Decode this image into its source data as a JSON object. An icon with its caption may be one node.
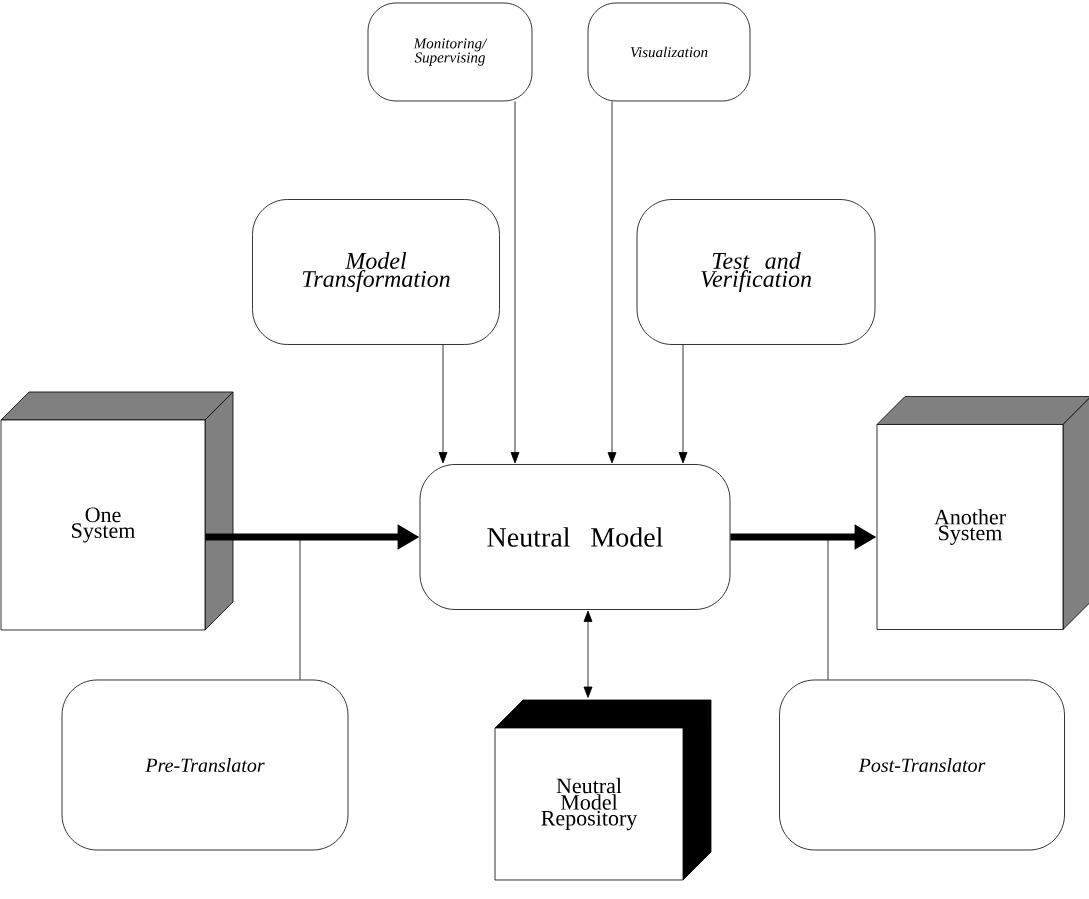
{
  "diagram": {
    "nodes": [
      {
        "text": [
          "Monitoring/ Supervising"
        ]
      },
      {
        "text": [
          "Visualization"
        ]
      },
      {
        "text": [
          "Model Transformation"
        ]
      },
      {
        "text": [
          "Test and Verification"
        ]
      },
      {
        "text": [
          "One System"
        ]
      },
      {
        "text": [
          "Neutral Model"
        ]
      },
      {
        "text": [
          "Another System"
        ]
      },
      {
        "text": [
          "Neutral Model Repository"
        ]
      },
      {
        "text": [
          "Pre-Translator"
        ]
      },
      {
        "text": [
          "Post-Translator"
        ]
      }
    ],
    "edges": [
      {
        "from": 0,
        "to": 5,
        "arrow": "to"
      },
      {
        "from": 1,
        "to": 5,
        "arrow": "to"
      },
      {
        "from": 2,
        "to": 5,
        "arrow": "to"
      },
      {
        "from": 3,
        "to": 5,
        "arrow": "to"
      },
      {
        "from": 4,
        "to": 5,
        "arrow": "to",
        "style": "thick"
      },
      {
        "from": 5,
        "to": 6,
        "arrow": "to",
        "style": "thick"
      },
      {
        "from": 5,
        "to": 7,
        "arrow": "both"
      },
      {
        "from": 8,
        "to": null,
        "arrow": "none"
      },
      {
        "from": 9,
        "to": null,
        "arrow": "none"
      }
    ]
  }
}
